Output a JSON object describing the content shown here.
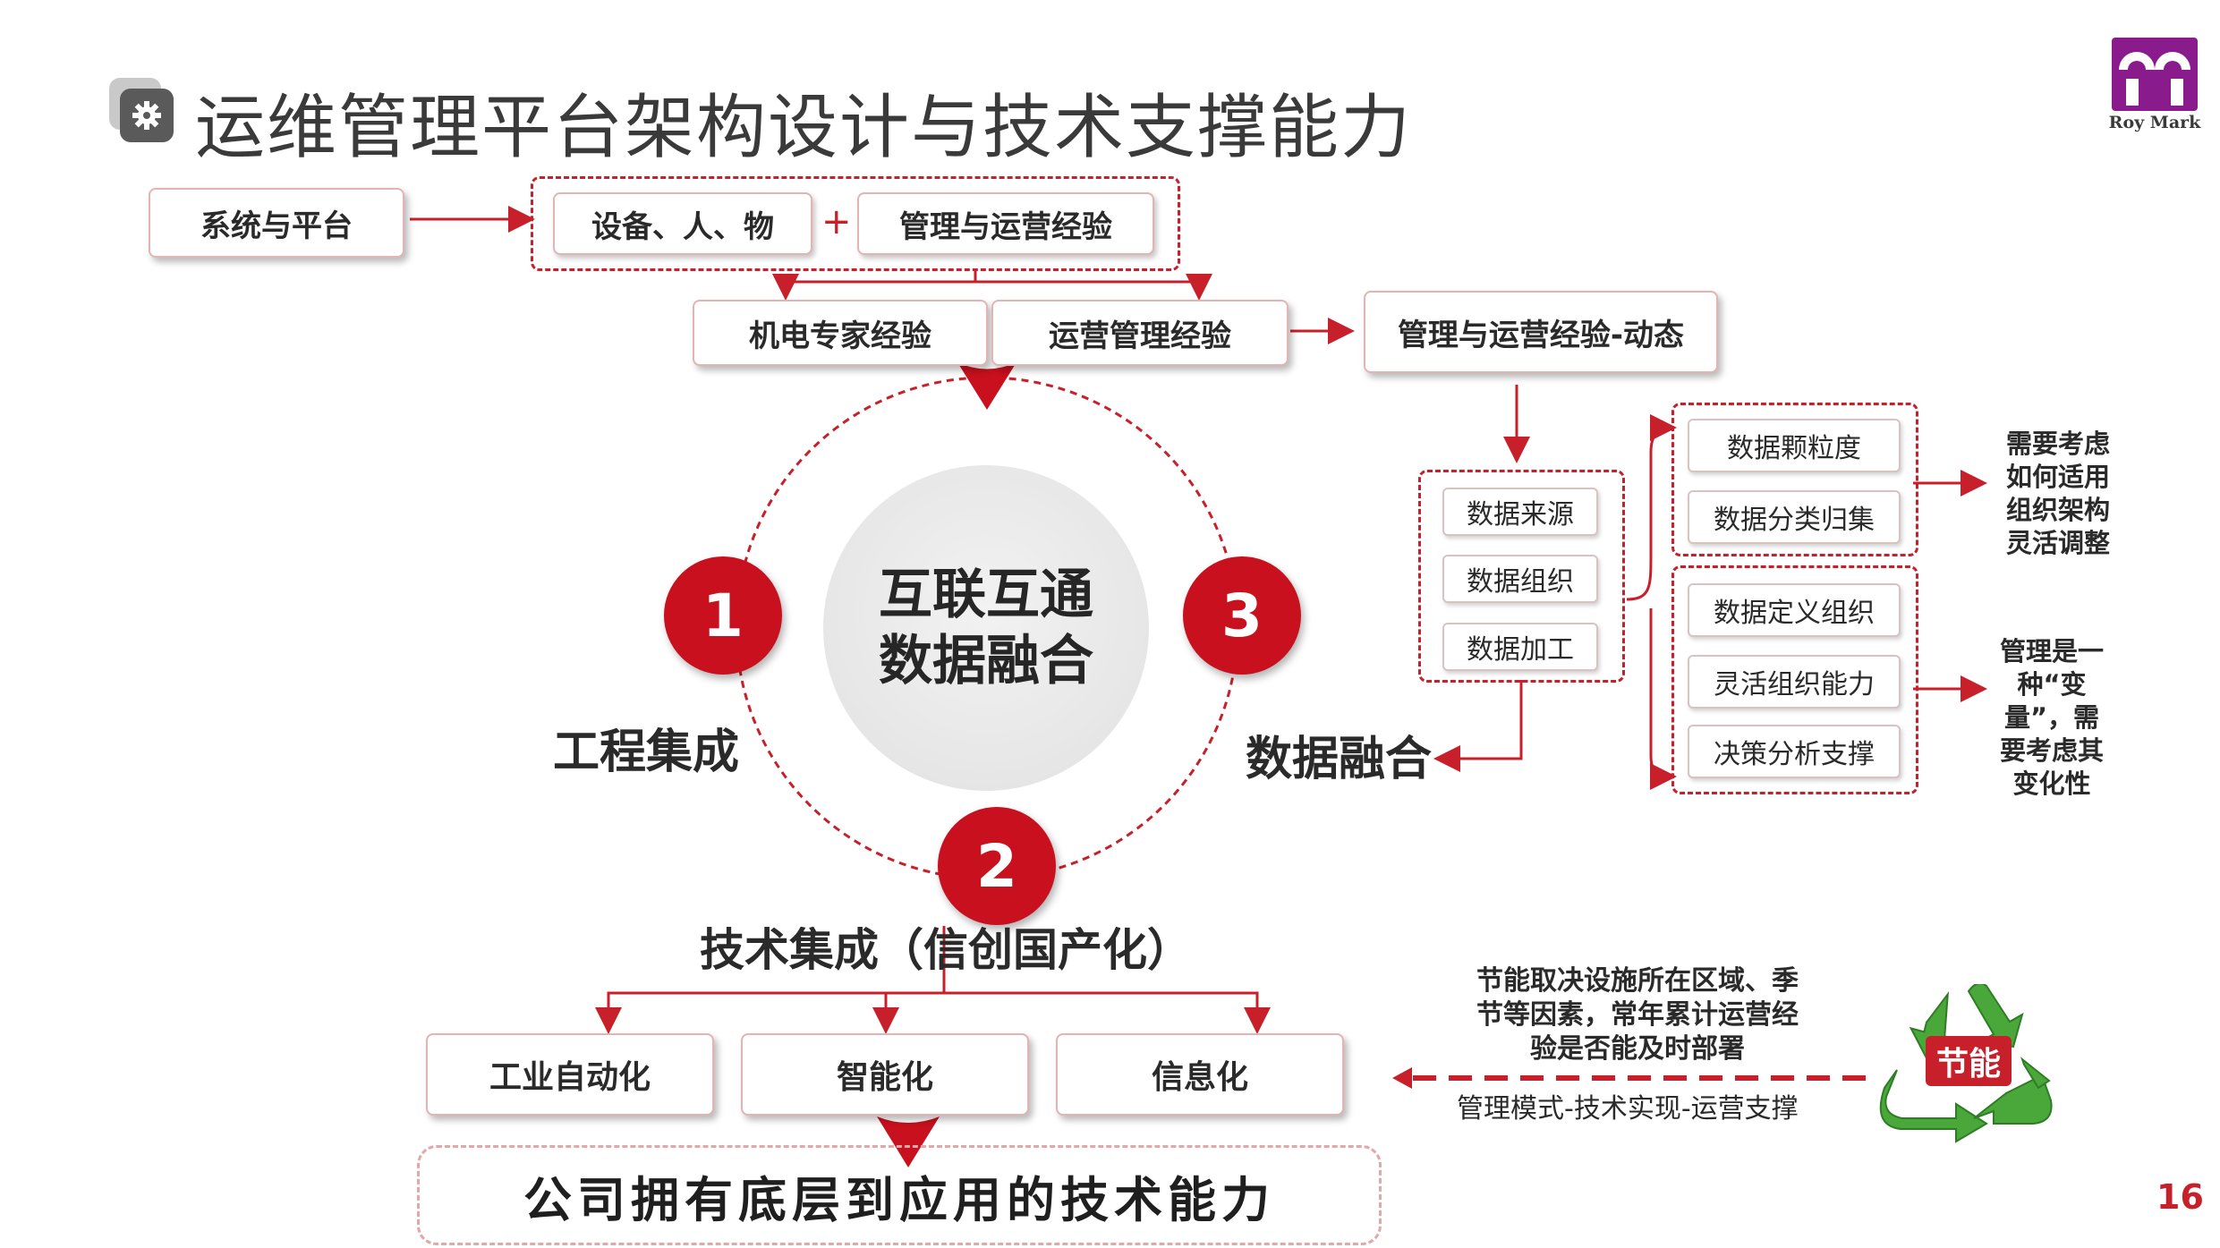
{
  "header": {
    "title": "运维管理平台架构设计与技术支撑能力",
    "logo_text": "Roy Mark",
    "page_number": "16"
  },
  "top_flow": {
    "system_platform": "系统与平台",
    "equipment": "设备、人、物",
    "plus": "+",
    "mgmt_experience": "管理与运营经验",
    "electromech_experience": "机电专家经验",
    "ops_mgmt_experience": "运营管理经验",
    "dynamic_experience": "管理与运营经验-动态"
  },
  "cycle": {
    "center_line1": "互联互通",
    "center_line2": "数据融合",
    "node1_number": "1",
    "node1_label": "工程集成",
    "node2_number": "2",
    "node2_label": "技术集成（信创国产化）",
    "node3_number": "3",
    "node3_label": "数据融合"
  },
  "data_panel": {
    "left_items": [
      "数据来源",
      "数据组织",
      "数据加工"
    ],
    "upper_items": [
      "数据颗粒度",
      "数据分类归集"
    ],
    "lower_items": [
      "数据定义组织",
      "灵活组织能力",
      "决策分析支撑"
    ],
    "upper_note": [
      "需要考虑",
      "如何适用",
      "组织架构",
      "灵活调整"
    ],
    "lower_note": [
      "管理是一",
      "种“变",
      "量”，需",
      "要考虑其",
      "变化性"
    ]
  },
  "bottom": {
    "tech_items": [
      "工业自动化",
      "智能化",
      "信息化"
    ],
    "capability": "公司拥有底层到应用的技术能力",
    "energy_note": [
      "节能取决设施所在区域、季",
      "节等因素，常年累计运营经",
      "验是否能及时部署"
    ],
    "energy_caption": "管理模式-技术实现-运营支撑",
    "energy_badge": "节能"
  },
  "colors": {
    "accent": "#c8202a",
    "dark_red": "#c8101e",
    "recycle_green": "#4aa83a",
    "logo_purple": "#8a1b8c"
  }
}
